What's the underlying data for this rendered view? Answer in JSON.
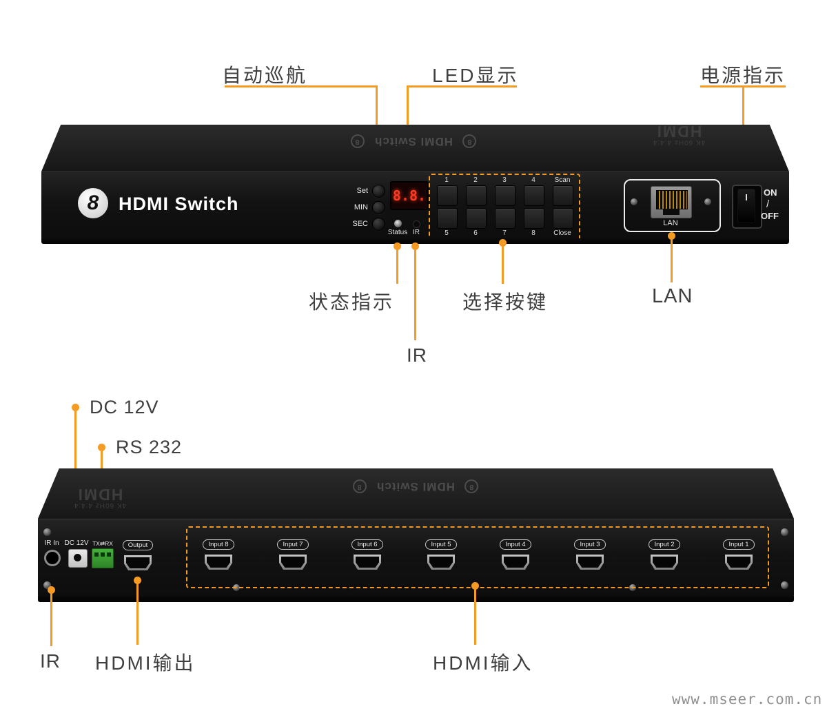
{
  "colors": {
    "accent": "#F59A23",
    "label": "#3F3F3F",
    "led": "#FF3A20",
    "terminal_green": "#3FA337"
  },
  "watermark": "www.mseer.com.cn",
  "front": {
    "callouts": {
      "auto_cruise": "自动巡航",
      "led_display": "LED显示",
      "power_indicator": "电源指示",
      "status_indicator": "状态指示",
      "select_buttons": "选择按键",
      "lan": "LAN",
      "ir": "IR"
    },
    "top_face": {
      "badge": "8",
      "brand": "HDMI Switch",
      "logo_title": "HDMI",
      "logo_sub": "4K 60Hz 4:4:4"
    },
    "panel": {
      "logo_digit": "8",
      "brand": "HDMI Switch",
      "set": "Set",
      "min": "MIN",
      "sec": "SEC",
      "status": "Status",
      "ir": "IR",
      "led_value": "8.8.",
      "keys_row1": [
        "1",
        "2",
        "3",
        "4",
        "Scan"
      ],
      "keys_row2": [
        "5",
        "6",
        "7",
        "8",
        "Close"
      ],
      "lan": "LAN",
      "on": "ON",
      "slash": "/",
      "off": "OFF",
      "switch_mark": "I"
    }
  },
  "rear": {
    "callouts": {
      "dc_12v": "DC 12V",
      "rs_232": "RS 232",
      "ir": "IR",
      "hdmi_out": "HDMI输出",
      "hdmi_in": "HDMI输入"
    },
    "top_face": {
      "badge": "8",
      "brand": "HDMI Switch",
      "logo_title": "HDMI",
      "logo_sub": "4K 60Hz 4:4:4"
    },
    "panel": {
      "ir_in": "IR In",
      "dc": "DC 12V",
      "txrx": "TX⇄RX",
      "output": "Output",
      "inputs": [
        "Input 8",
        "Input 7",
        "Input 6",
        "Input 5",
        "Input 4",
        "Input 3",
        "Input 2",
        "Input 1"
      ]
    }
  }
}
